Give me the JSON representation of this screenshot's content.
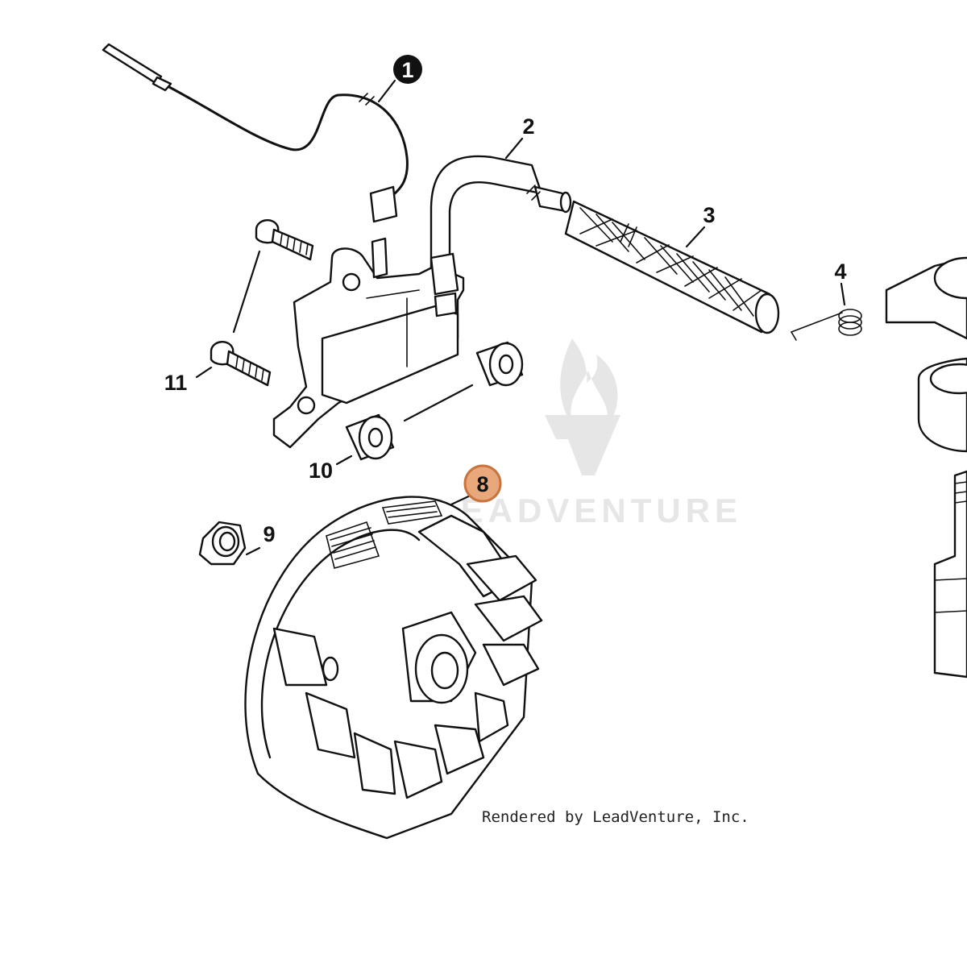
{
  "diagram": {
    "callouts": [
      {
        "id": "1",
        "style": "filled"
      },
      {
        "id": "2",
        "style": "plain"
      },
      {
        "id": "3",
        "style": "plain"
      },
      {
        "id": "4",
        "style": "plain"
      },
      {
        "id": "8",
        "style": "highlighted"
      },
      {
        "id": "9",
        "style": "plain"
      },
      {
        "id": "10",
        "style": "plain"
      },
      {
        "id": "11",
        "style": "plain"
      }
    ],
    "credit": "Rendered by LeadVenture, Inc.",
    "watermark": "LEADVENTURE",
    "colors": {
      "line": "#111111",
      "highlight_fill": "#e8a87c",
      "highlight_stroke": "#c9743c",
      "watermark": "#e6e6e6"
    }
  }
}
